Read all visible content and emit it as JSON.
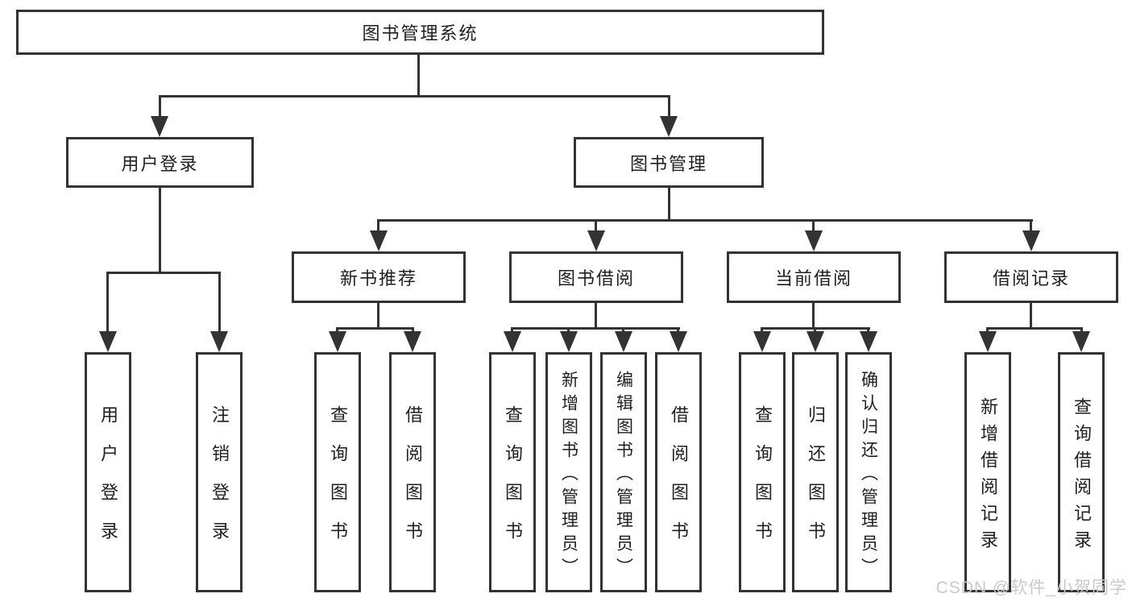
{
  "diagram": {
    "root": "图书管理系统",
    "level2": {
      "user_login": "用户登录",
      "book_mgmt": "图书管理"
    },
    "user_login_children": [
      "用户登录",
      "注销登录"
    ],
    "level3": [
      "新书推荐",
      "图书借阅",
      "当前借阅",
      "借阅记录"
    ],
    "new_book_children": [
      "查询图书",
      "借阅图书"
    ],
    "borrow_children": [
      "查询图书",
      "新增图书（管理员）",
      "编辑图书（管理员）",
      "借阅图书"
    ],
    "current_children": [
      "查询图书",
      "归还图书",
      "确认归还（管理员）"
    ],
    "record_children": [
      "新增借阅记录",
      "查询借阅记录"
    ]
  },
  "watermark": {
    "text": "CSDN @软件_小贺同学"
  },
  "colors": {
    "line": "#333333",
    "background": "#ffffff",
    "text": "#1f1f1f",
    "watermark": "#c7c9cd"
  }
}
